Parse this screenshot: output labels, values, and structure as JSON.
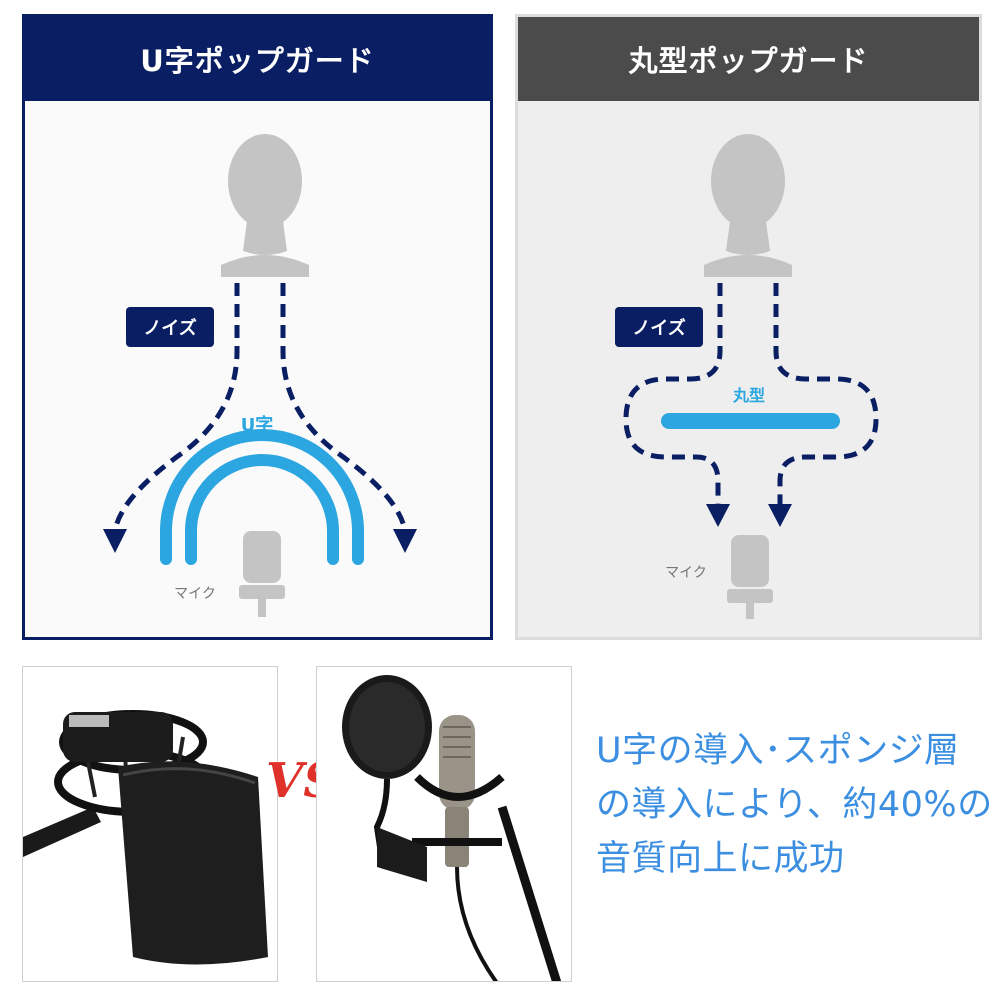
{
  "left_panel": {
    "title": "U字ポップガード",
    "noise_label": "ノイズ",
    "guard_label": "U字",
    "mic_label": "マイク"
  },
  "right_panel": {
    "title": "丸型ポップガード",
    "noise_label": "ノイズ",
    "guard_label": "丸型",
    "mic_label": "マイク"
  },
  "vs_label": "VS",
  "caption": {
    "line1": "U字の導入･スポンジ層",
    "line2": "の導入により、約40%の",
    "line3": "音質向上に成功"
  },
  "colors": {
    "navy": "#0a1f63",
    "gray_header": "#4b4b4b",
    "guard_blue": "#2ba6e0",
    "caption_blue": "#3c8fe0",
    "vs_red": "#e0302a",
    "silhouette": "#c4c4c4"
  }
}
